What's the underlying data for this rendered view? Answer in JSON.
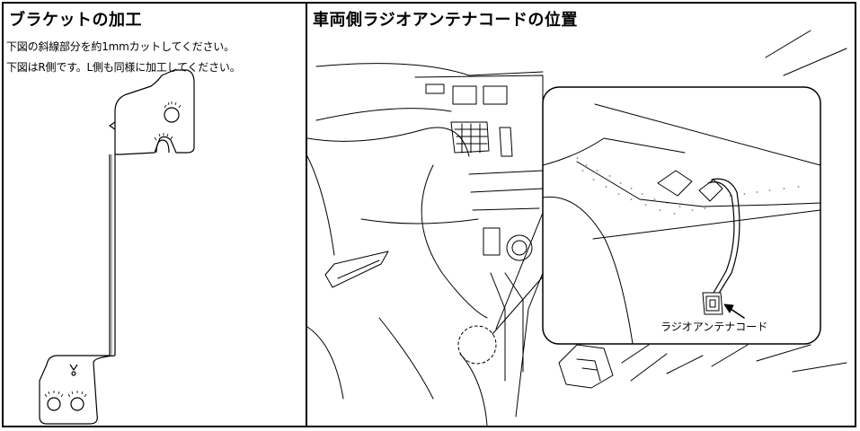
{
  "left_panel": {
    "title": "ブラケットの加工",
    "notes": [
      "下図の斜線部分を約1mmカットしてください。",
      "下図はR側です。L側も同様に加工してください。"
    ]
  },
  "right_panel": {
    "title": "車両側ラジオアンテナコードの位置",
    "callout_label": "ラジオアンテナコード"
  }
}
